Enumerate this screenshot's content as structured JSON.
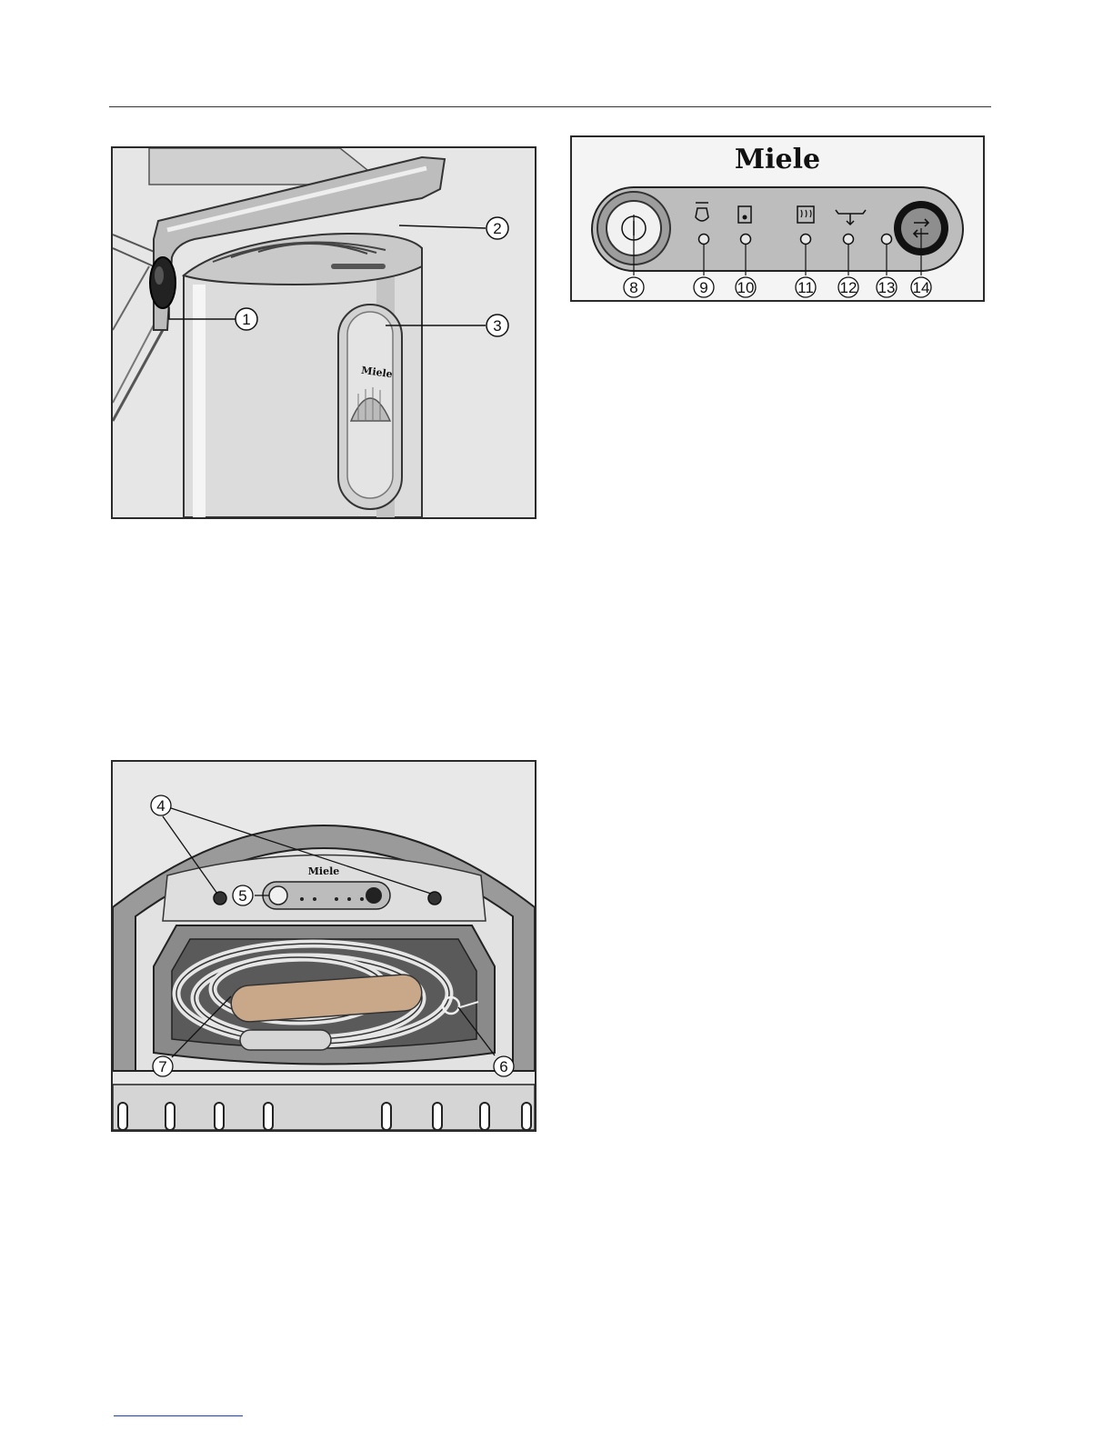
{
  "figure_top": {
    "callouts": [
      "1",
      "2",
      "3"
    ],
    "tank_brand": "Miele"
  },
  "figure_panel": {
    "brand": "Miele",
    "callouts": [
      "8",
      "9",
      "10",
      "11",
      "12",
      "13",
      "14"
    ],
    "icons": [
      "power-icon",
      "steam-icon",
      "water-tank-icon",
      "heating-icon",
      "descale-icon",
      "steam-selector-icon"
    ]
  },
  "figure_bottom": {
    "brand": "Miele",
    "callouts": [
      "4",
      "5",
      "6",
      "7"
    ]
  }
}
